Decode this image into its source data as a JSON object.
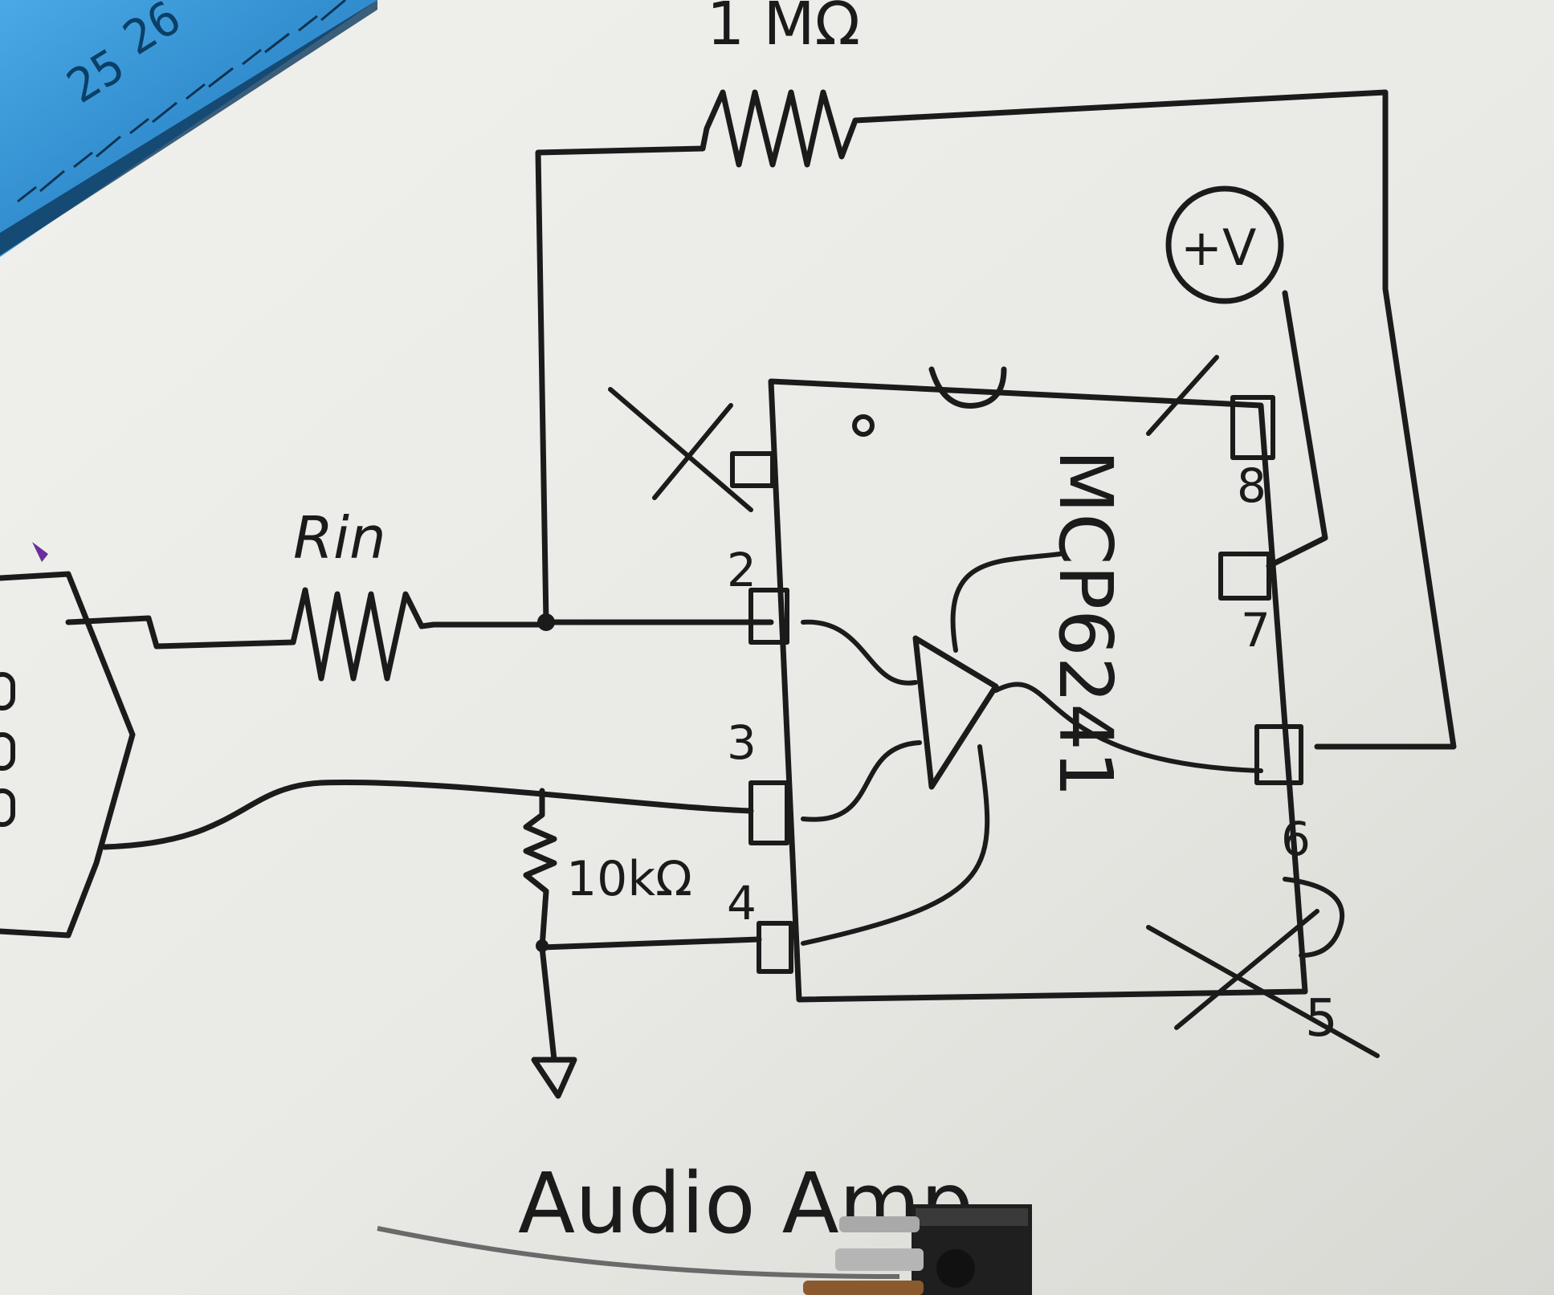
{
  "labels": {
    "feedback_resistor": "1 MΩ",
    "input_resistor": "Rin",
    "bias_resistor": "10kΩ",
    "supply": "+V",
    "chip": "MCP6241",
    "title": "Audio Amp"
  },
  "pins": {
    "p2": "2",
    "p3": "3",
    "p4": "4",
    "p5": "5",
    "p6": "6",
    "p7": "7",
    "p8": "8"
  },
  "ruler": {
    "numbers": [
      "25",
      "26"
    ]
  },
  "colors": {
    "paper": "#ebebe7",
    "ink": "#1b1b1b",
    "ruler": "#2f8fd0",
    "purple_mark": "#6a2d9a"
  }
}
